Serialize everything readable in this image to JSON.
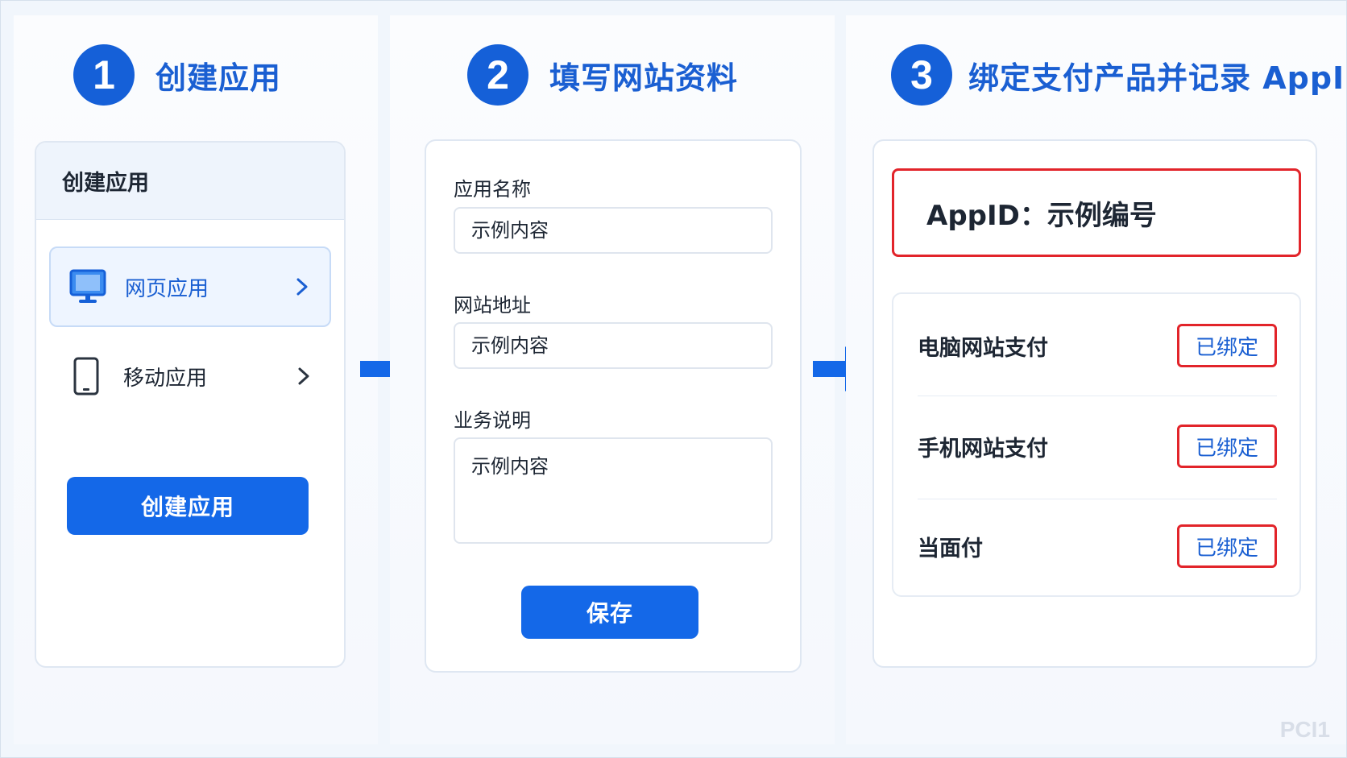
{
  "steps": [
    {
      "number": "1",
      "title": "创建应用"
    },
    {
      "number": "2",
      "title": "填写网站资料"
    },
    {
      "number": "3",
      "title": "绑定支付产品并记录 AppID"
    }
  ],
  "step1": {
    "card_title": "创建应用",
    "options": [
      {
        "label": "网页应用",
        "icon": "monitor-icon",
        "selected": true
      },
      {
        "label": "移动应用",
        "icon": "phone-icon",
        "selected": false
      }
    ],
    "create_button": "创建应用"
  },
  "step2": {
    "fields": [
      {
        "label": "应用名称",
        "value": "示例内容"
      },
      {
        "label": "网站地址",
        "value": "示例内容"
      },
      {
        "label": "业务说明",
        "value": "示例内容"
      }
    ],
    "save_button": "保存"
  },
  "step3": {
    "appid": "AppID：示例编号",
    "products": [
      {
        "name": "电脑网站支付",
        "status": "已绑定"
      },
      {
        "name": "手机网站支付",
        "status": "已绑定"
      },
      {
        "name": "当面付",
        "status": "已绑定"
      }
    ]
  },
  "watermark": "PCI1",
  "colors": {
    "accent": "#1468e8",
    "highlight": "#e2242a",
    "title": "#1a5fd2"
  }
}
